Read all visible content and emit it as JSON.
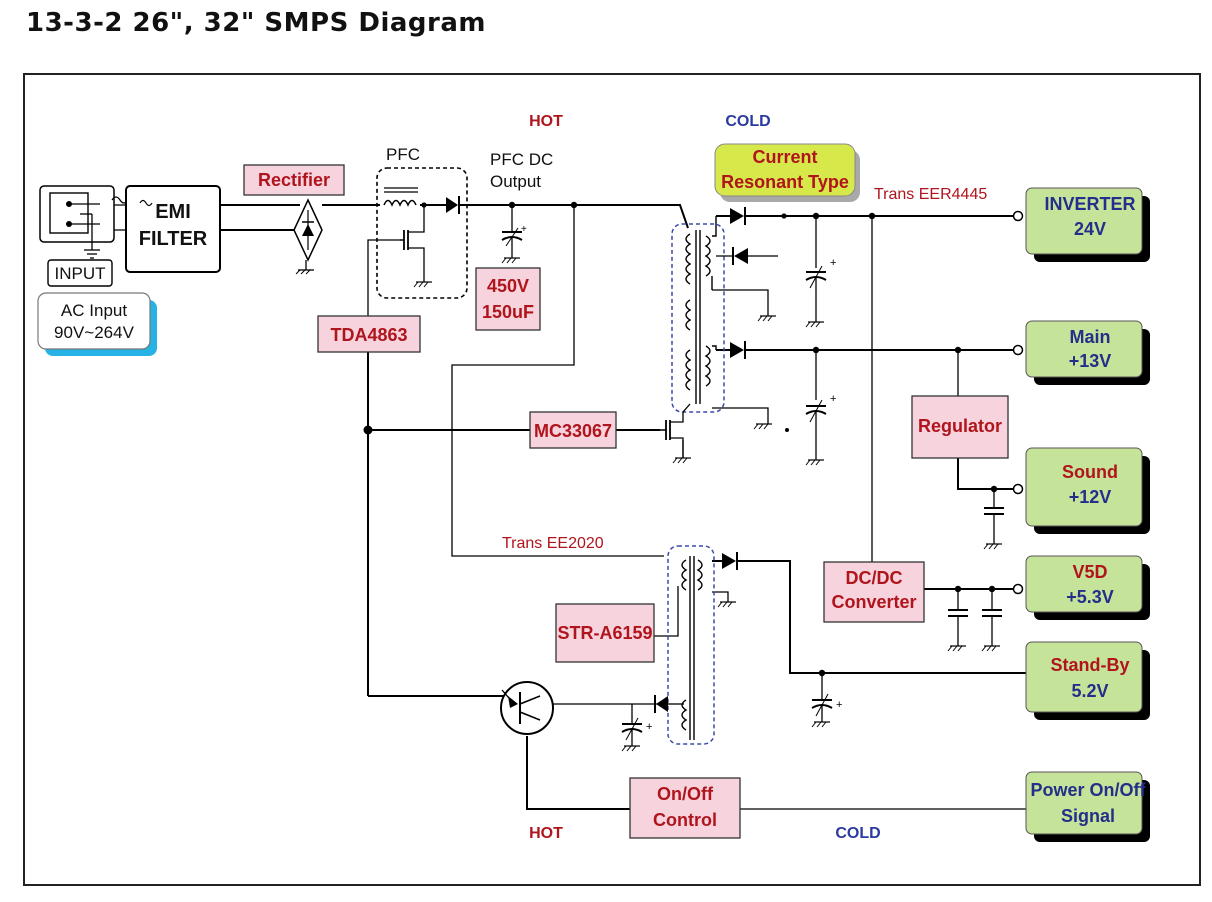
{
  "title": "13-3-2 26\", 32\" SMPS Diagram",
  "zones": {
    "hot_top": "HOT",
    "cold_top": "COLD",
    "hot_bottom": "HOT",
    "cold_bottom": "COLD"
  },
  "labels": {
    "pfc": "PFC",
    "pfc_dc_1": "PFC DC",
    "pfc_dc_2": "Output",
    "trans_main": "Trans EER4445",
    "trans_standby": "Trans EE2020"
  },
  "blocks": {
    "input": "INPUT",
    "ac_input_1": "AC Input",
    "ac_input_2": "90V~264V",
    "emi_1": "EMI",
    "emi_2": "FILTER",
    "rectifier": "Rectifier",
    "tda": "TDA4863",
    "cap_1": "450V",
    "cap_2": "150uF",
    "current_resonant_1": "Current",
    "current_resonant_2": "Resonant Type",
    "mc33067": "MC33067",
    "regulator": "Regulator",
    "dcdc_1": "DC/DC",
    "dcdc_2": "Converter",
    "str": "STR-A6159",
    "onoff_1": "On/Off",
    "onoff_2": "Control"
  },
  "outputs": [
    {
      "line1": "INVERTER",
      "line2": "24V"
    },
    {
      "line1": "Main",
      "line2": "+13V"
    },
    {
      "line1": "Sound",
      "line2": "+12V"
    },
    {
      "line1": "V5D",
      "line2": "+5.3V"
    },
    {
      "line1": "Stand-By",
      "line2": "5.2V"
    },
    {
      "line1": "Power On/Off",
      "line2": "Signal"
    }
  ],
  "colors": {
    "red_text": "#b0141c",
    "blue_text": "#232f8a",
    "pink_block": "#f6d3dd",
    "green_block": "#c6e39a",
    "yellow_block": "#d7e84a",
    "cyan_shadow": "#27b2e6"
  }
}
